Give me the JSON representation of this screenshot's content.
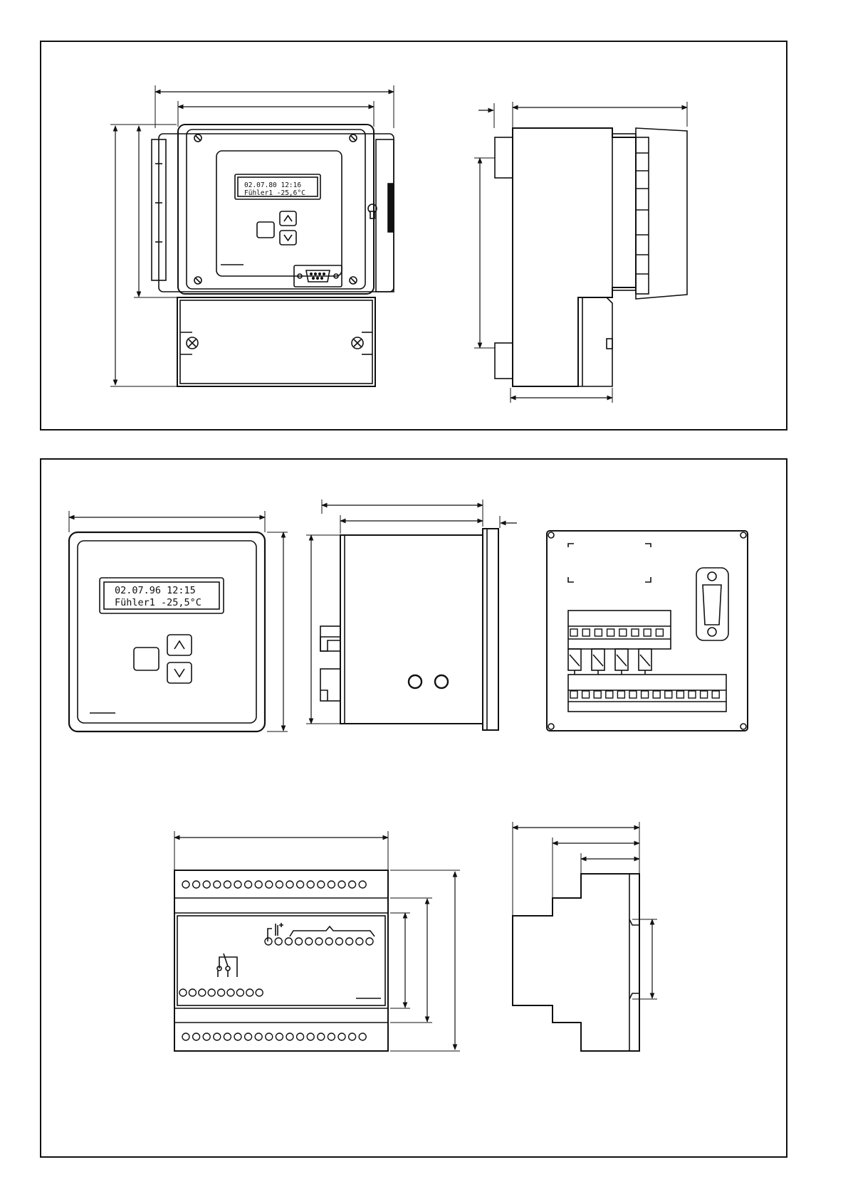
{
  "wall_unit": {
    "lcd_line1": "02.07.80  12:16",
    "lcd_line2": "Fühler1   -25,6°C"
  },
  "panel_unit": {
    "lcd_line1": "02.07.96  12:15",
    "lcd_line2": "Fühler1   -25,5°C"
  },
  "colors": {
    "line": "#111111",
    "paper": "#ffffff"
  },
  "icons": {
    "up_key": "chevron-up-icon",
    "down_key": "chevron-down-icon",
    "serial_port": "db9-connector-icon",
    "keyhole": "keyhole-icon"
  }
}
